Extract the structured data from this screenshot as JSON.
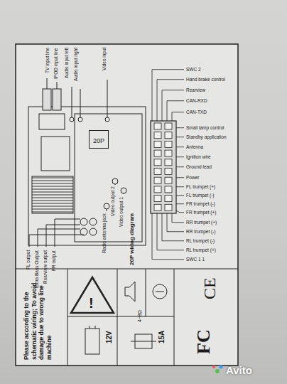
{
  "diagram": {
    "nodes": [
      {
        "text": [
          "20P"
        ]
      }
    ],
    "labels": [
      "TV input line",
      "IPOD input line",
      "Audio input left",
      "Audio input right",
      "Video input",
      "SWC 2",
      "Hand brake control",
      "Rearview",
      "CAN-RXD",
      "CAN-TXD",
      "Small lamp control",
      "Standby application",
      "Antenna",
      "Ignition wire",
      "Ground lead",
      "Power",
      "FL trumpet (+)",
      "FL trumpet (-)",
      "FR trumpet (-)",
      "FR trumpet (+)",
      "RR trumpet (+)",
      "RR trumpet (-)",
      "RL trumpet (-)",
      "RL trumpet (+)",
      "SWC 1 1",
      "Radio antenna jack",
      "Video output 1",
      "Video output 2",
      "20P wiring diagram",
      "FL output",
      "Extra Bass Output",
      "Rearview output",
      "FR output",
      "Please according to the schematic wiring; To avoid damage due to wrong line machine",
      "!",
      "4~8Ω",
      "12V",
      "15A",
      "FC",
      "CE",
      "Avito"
    ]
  }
}
